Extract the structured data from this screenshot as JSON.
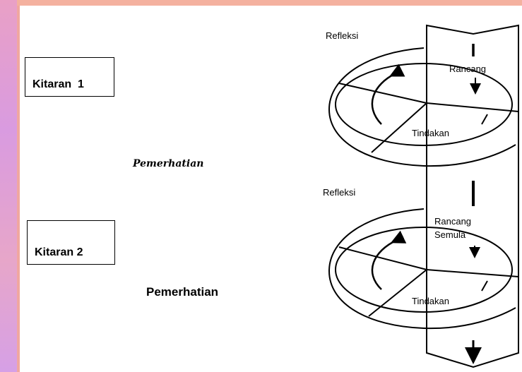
{
  "cycle1": {
    "label": "Kitaran  1",
    "observation": "Pemerhatian"
  },
  "cycle2": {
    "label": "Kitaran 2",
    "observation": "Pemerhatian"
  },
  "spiral": {
    "reflection_1": "Refleksi",
    "plan_1": "Rancang",
    "action_1": "Tindakan",
    "reflection_2": "Refleksi",
    "replan_line1": "Rancang",
    "replan_line2": "Semula",
    "action_2": "Tindakan"
  },
  "colors": {
    "background": "#f0a7a0",
    "panel": "#ffffff",
    "ink": "#000000"
  }
}
